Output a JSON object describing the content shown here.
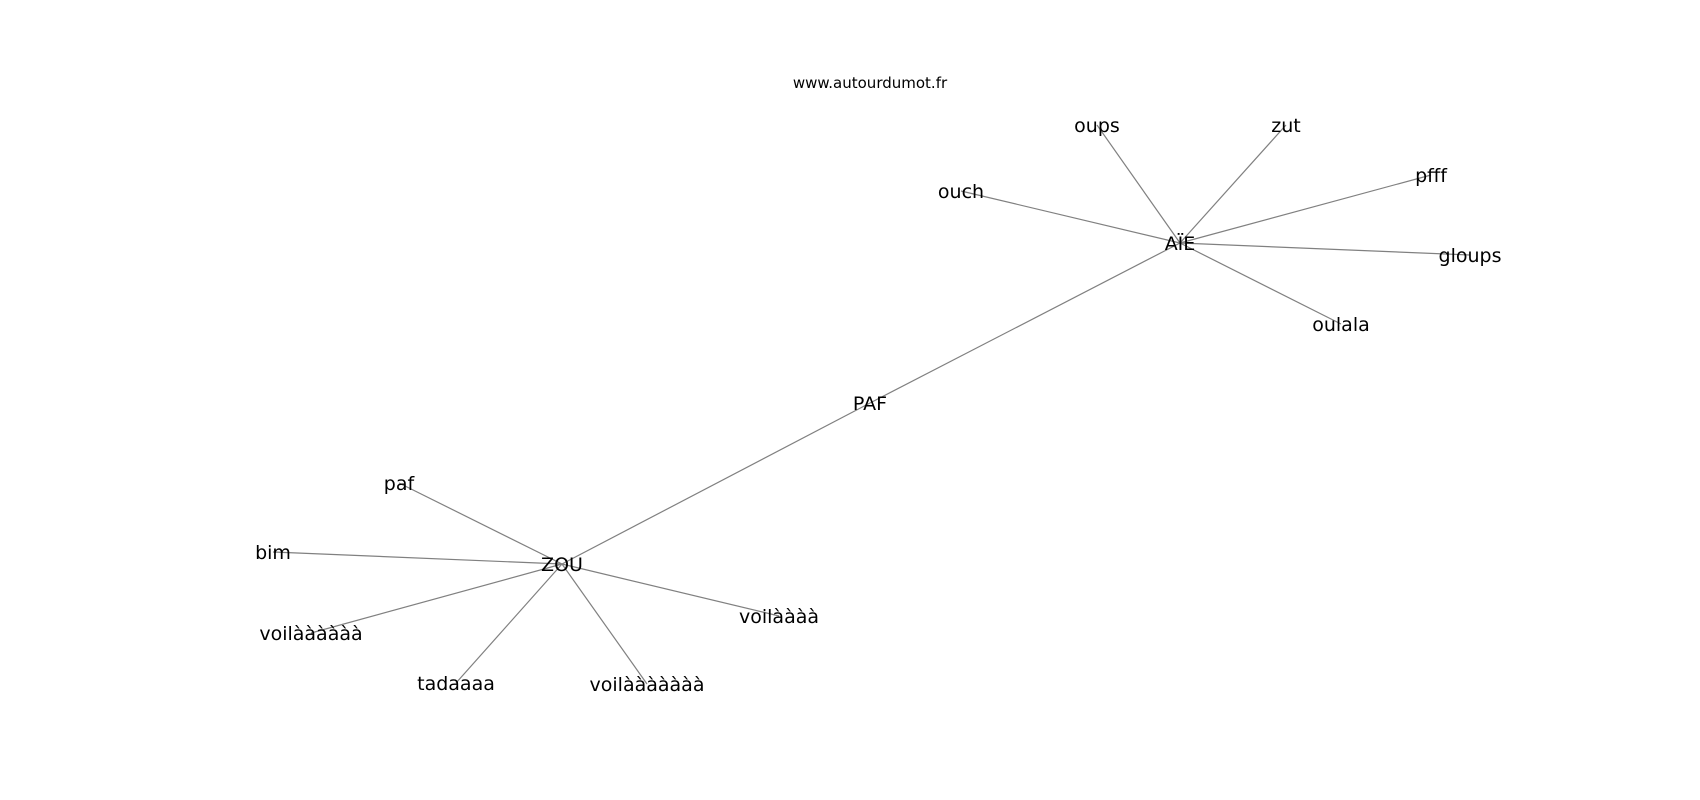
{
  "watermark": "www.autourdumot.fr",
  "colors": {
    "edge": "#808080",
    "text": "#000000",
    "background": "#ffffff"
  },
  "nodes": [
    {
      "id": "paf_center",
      "label": "PAF"
    },
    {
      "id": "aie",
      "label": "AÏE"
    },
    {
      "id": "zou",
      "label": "ZOU"
    },
    {
      "id": "oups",
      "label": "oups"
    },
    {
      "id": "zut",
      "label": "zut"
    },
    {
      "id": "pfff",
      "label": "pfff"
    },
    {
      "id": "ouch",
      "label": "ouch"
    },
    {
      "id": "gloups",
      "label": "gloups"
    },
    {
      "id": "oulala",
      "label": "oulala"
    },
    {
      "id": "paf_small",
      "label": "paf"
    },
    {
      "id": "bim",
      "label": "bim"
    },
    {
      "id": "voila6",
      "label": "voilàààààà"
    },
    {
      "id": "tadaaaa",
      "label": "tadaaaa"
    },
    {
      "id": "voila7",
      "label": "voilààààààà"
    },
    {
      "id": "voila4",
      "label": "voilàààà"
    }
  ],
  "edges": [
    [
      "paf_center",
      "aie"
    ],
    [
      "paf_center",
      "zou"
    ],
    [
      "aie",
      "oups"
    ],
    [
      "aie",
      "zut"
    ],
    [
      "aie",
      "pfff"
    ],
    [
      "aie",
      "ouch"
    ],
    [
      "aie",
      "gloups"
    ],
    [
      "aie",
      "oulala"
    ],
    [
      "zou",
      "paf_small"
    ],
    [
      "zou",
      "bim"
    ],
    [
      "zou",
      "voila6"
    ],
    [
      "zou",
      "tadaaaa"
    ],
    [
      "zou",
      "voila7"
    ],
    [
      "zou",
      "voila4"
    ]
  ]
}
